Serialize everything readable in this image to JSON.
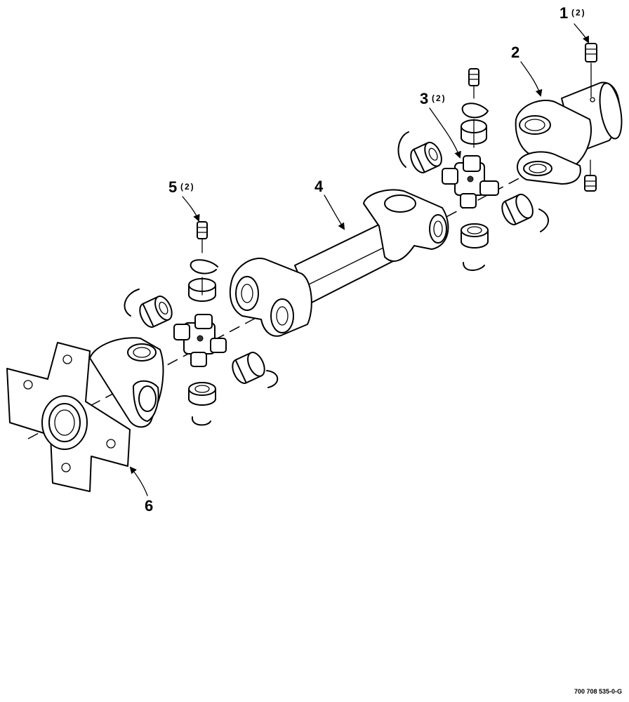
{
  "callouts": [
    {
      "number": "1",
      "qty": "(2)"
    },
    {
      "number": "2",
      "qty": ""
    },
    {
      "number": "3",
      "qty": "(2)"
    },
    {
      "number": "4",
      "qty": ""
    },
    {
      "number": "5",
      "qty": "(2)"
    },
    {
      "number": "6",
      "qty": ""
    }
  ],
  "drawing_number": "700 708 535-0-G"
}
